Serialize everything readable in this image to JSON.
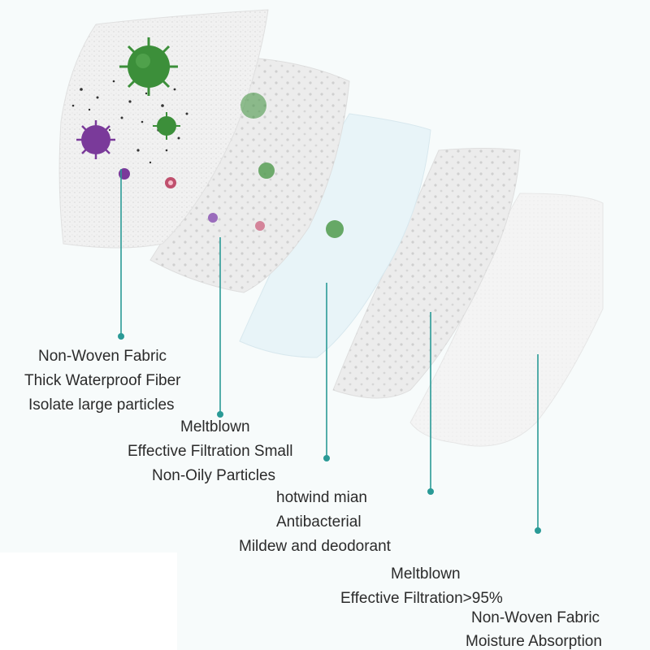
{
  "layers": [
    {
      "lines": [
        "Non-Woven Fabric",
        "Thick Waterproof Fiber",
        "Isolate large particles"
      ]
    },
    {
      "lines": [
        "Meltblown",
        "Effective Filtration Small",
        "Non-Oily Particles"
      ]
    },
    {
      "lines": [
        "hotwind mian",
        "Antibacterial",
        "Mildew and deodorant"
      ]
    },
    {
      "lines": [
        "Meltblown",
        "Effective Filtration>95%"
      ]
    },
    {
      "lines": [
        "Non-Woven Fabric",
        "Moisture Absorption"
      ]
    }
  ],
  "colors": {
    "leader_line": "#2a9a96",
    "text": "#2b2b2b",
    "virus_green": "#3c8f3a",
    "virus_purple": "#7a3a9a",
    "virus_pink": "#c0506e",
    "layer_blue": "#e8f4f8"
  }
}
